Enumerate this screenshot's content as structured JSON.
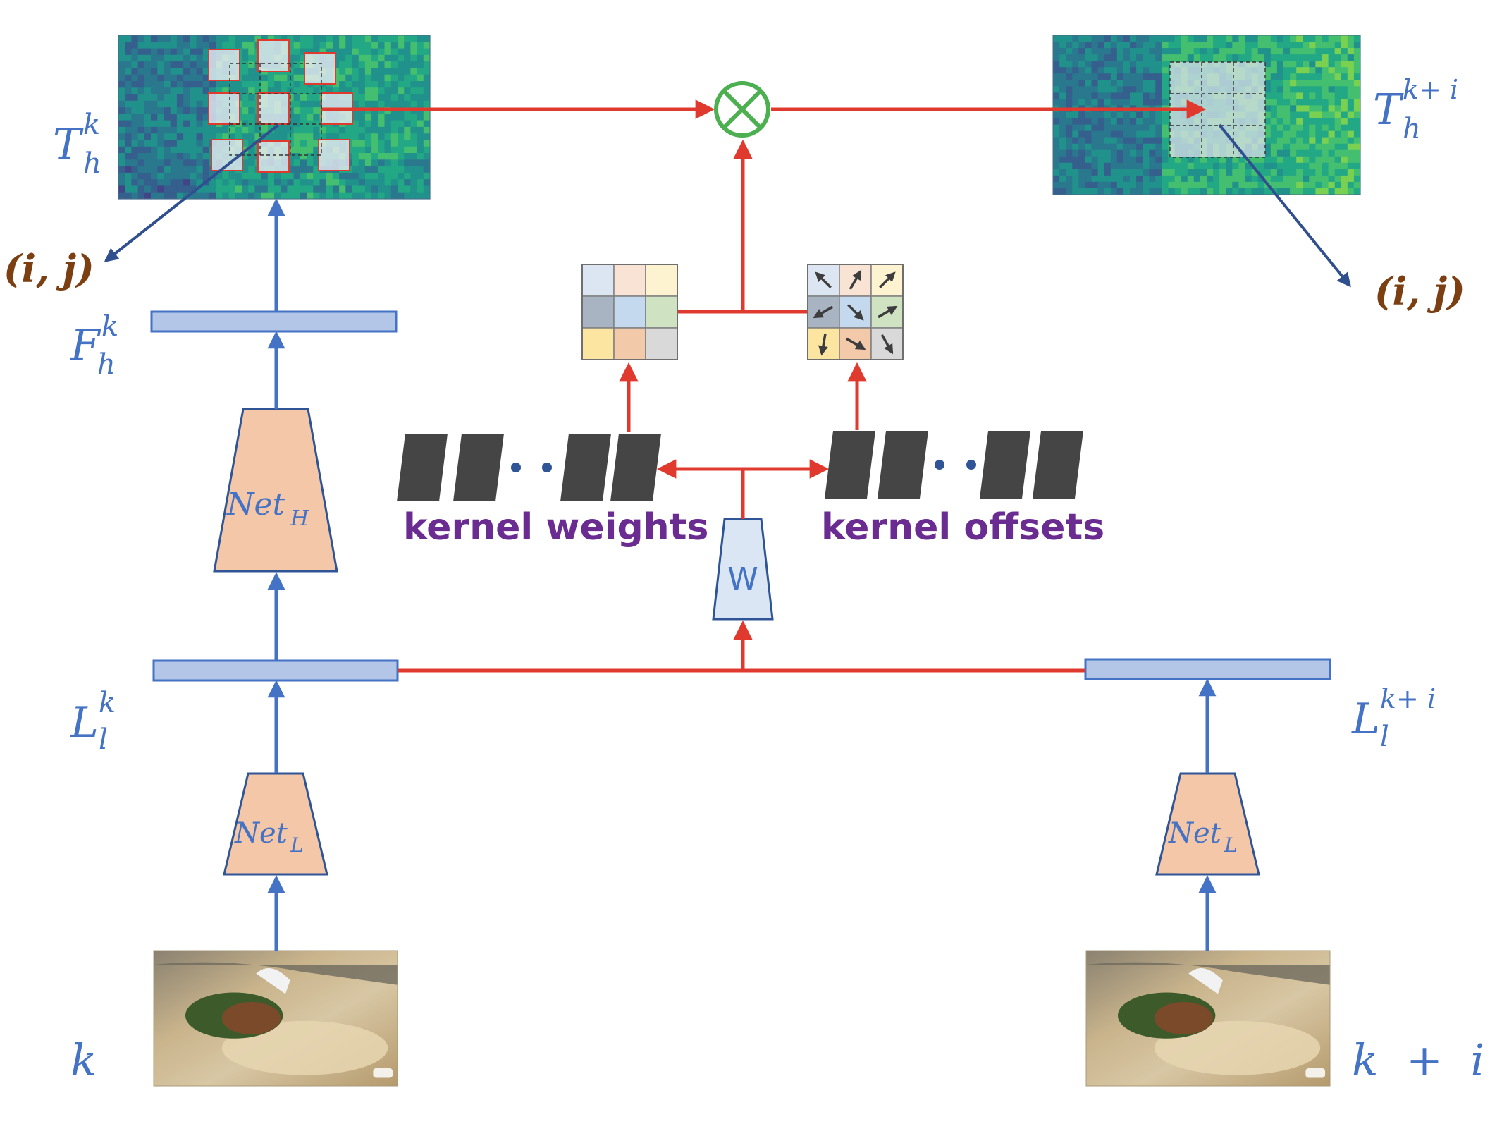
{
  "labels": {
    "t_k": {
      "base": "T",
      "sub": "h",
      "sup": "k"
    },
    "t_ki": {
      "base": "T",
      "sub": "h",
      "sup": "k+ i"
    },
    "f_k": {
      "base": "F",
      "sub": "h",
      "sup": "k"
    },
    "l_k": {
      "base": "L",
      "sub": "l",
      "sup": "k"
    },
    "l_ki": {
      "base": "L",
      "sub": "l",
      "sup": "k+ i"
    },
    "ij_left": "(i, j)",
    "ij_right": "(i, j)",
    "frame_k": "k",
    "frame_ki": "k  +  i"
  },
  "nets": {
    "net_h": {
      "base": "Net",
      "sub": "H"
    },
    "net_l_left": {
      "base": "Net",
      "sub": "L"
    },
    "net_l_right": {
      "base": "Net",
      "sub": "L"
    },
    "w": "W"
  },
  "kernel": {
    "weights_label": "kernel weights",
    "offsets_label": "kernel offsets",
    "weight_colors": [
      "#dce6f2",
      "#f9e3d4",
      "#fdf3d0",
      "#a9b4c2",
      "#c4d8ee",
      "#cfe3c2",
      "#fbe5a0",
      "#f2c9a9",
      "#d9d9d9"
    ],
    "offset_colors": [
      "#dce6f2",
      "#f9e3d4",
      "#fdf3d0",
      "#a9b4c2",
      "#c4d8ee",
      "#cfe3c2",
      "#fbe5a0",
      "#f2c9a9",
      "#d9d9d9"
    ]
  },
  "colors": {
    "blue_arrow": "#4472c4",
    "red_arrow": "#e03a2f",
    "navy_arrow": "#2f4f8f",
    "bar_fill": "#b4c6e7",
    "net_fill": "#f4c7a8",
    "w_fill": "#dae6f3",
    "multiply_circle": "#4caf50",
    "block": "#454545"
  },
  "icons": {
    "multiply": "circled-times-icon",
    "ellipsis": "dots-icon"
  }
}
